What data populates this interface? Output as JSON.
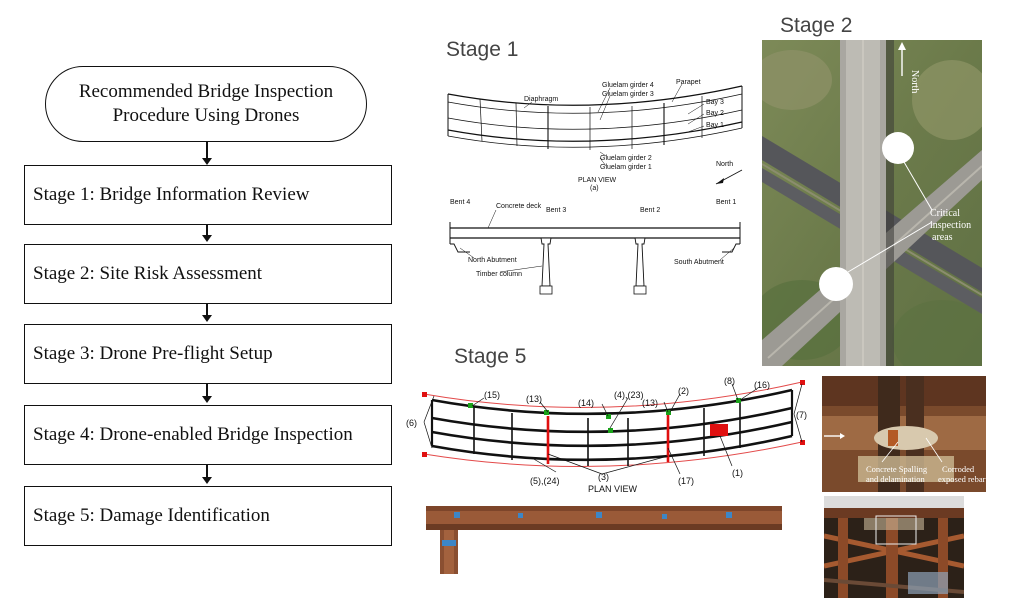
{
  "flowchart": {
    "title_line1": "Recommended Bridge Inspection",
    "title_line2": "Procedure Using Drones",
    "stages": [
      "Stage 1: Bridge Information Review",
      "Stage 2: Site Risk Assessment",
      "Stage 3: Drone Pre-flight Setup",
      "Stage 4: Drone-enabled Bridge Inspection",
      "Stage 5: Damage Identification"
    ]
  },
  "stage1": {
    "title": "Stage 1",
    "plan_labels": {
      "diaphragm": "Diaphragm",
      "girder4": "Gluelam girder 4",
      "girder3": "Gluelam girder 3",
      "parapet": "Parapet",
      "bay3": "Bay 3",
      "bay2": "Bay 2",
      "bay1": "Bay 1",
      "girder2": "Gluelam girder 2",
      "girder1": "Gluelam girder 1",
      "plan_view": "PLAN VIEW",
      "sub_a": "(a)",
      "north": "North"
    },
    "elevation_labels": {
      "bent4": "Bent 4",
      "concrete_deck": "Concrete deck",
      "bent3": "Bent 3",
      "bent2": "Bent 2",
      "bent1": "Bent 1",
      "north_abutment": "North Abutment",
      "timber_column": "Timber column",
      "south_abutment": "South Abutment"
    }
  },
  "stage2": {
    "title": "Stage 2",
    "north": "North",
    "critical_line1": "Critical",
    "critical_line2": "inspection",
    "critical_line3": "areas"
  },
  "stage5": {
    "title": "Stage 5",
    "callouts": [
      "(15)",
      "(13)",
      "(14)",
      "(4),(23)",
      "(13)",
      "(2)",
      "(8)",
      "(16)",
      "(6)",
      "(7)",
      "(5),(24)",
      "(3)",
      "(17)",
      "(1)"
    ],
    "plan_view": "PLAN VIEW",
    "photo_labels": {
      "spalling_line1": "Concrete Spalling",
      "spalling_line2": "and delamination",
      "corroded_line1": "Corroded",
      "corroded_line2": "exposed rebar"
    }
  },
  "colors": {
    "red_marker": "#e01010",
    "green_marker": "#1aa31a",
    "outline_red": "#e34a4a"
  }
}
